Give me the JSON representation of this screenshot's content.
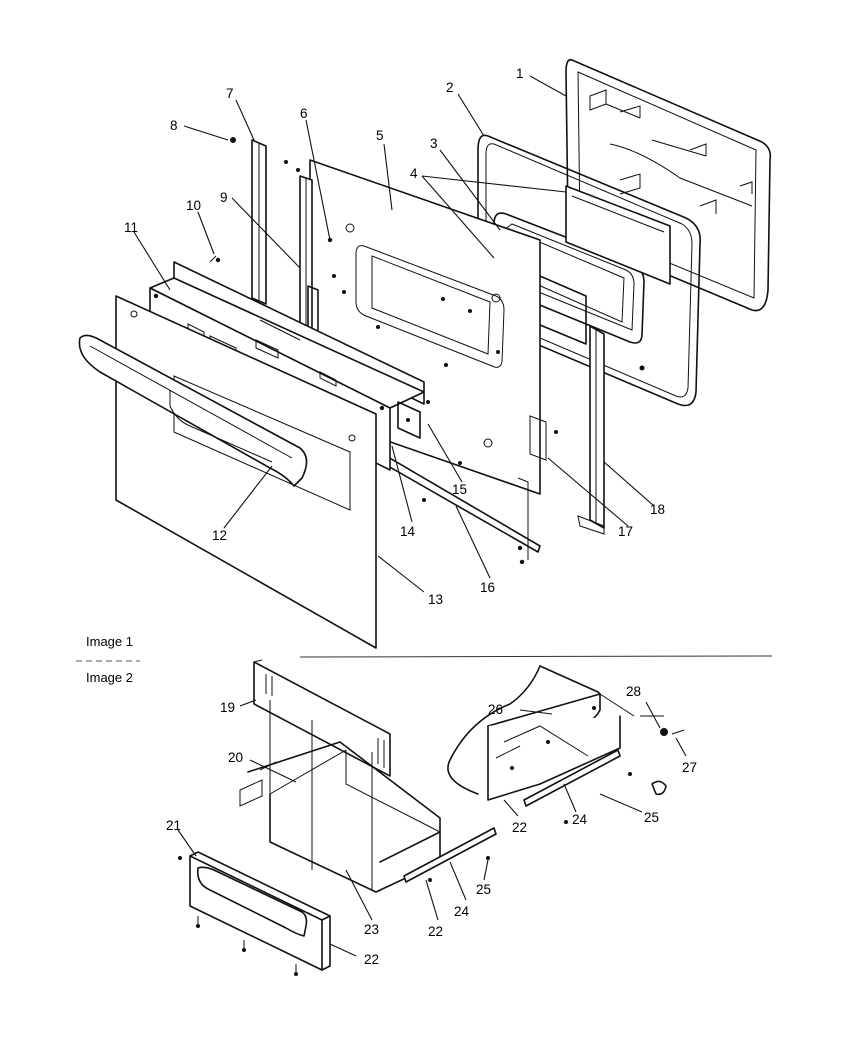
{
  "captions": {
    "image1": "Image 1",
    "image2": "Image 2"
  },
  "labels": {
    "p1": "1",
    "p2": "2",
    "p3": "3",
    "p4": "4",
    "p5": "5",
    "p6": "6",
    "p7": "7",
    "p8": "8",
    "p9": "9",
    "p10": "10",
    "p11": "11",
    "p12": "12",
    "p13": "13",
    "p14": "14",
    "p15": "15",
    "p16": "16",
    "p17": "17",
    "p18": "18",
    "p19": "19",
    "p20": "20",
    "p21": "21",
    "p22a": "22",
    "p22b": "22",
    "p22c": "22",
    "p23": "23",
    "p24a": "24",
    "p24b": "24",
    "p25a": "25",
    "p25b": "25",
    "p26": "26",
    "p27": "27",
    "p28": "28"
  }
}
